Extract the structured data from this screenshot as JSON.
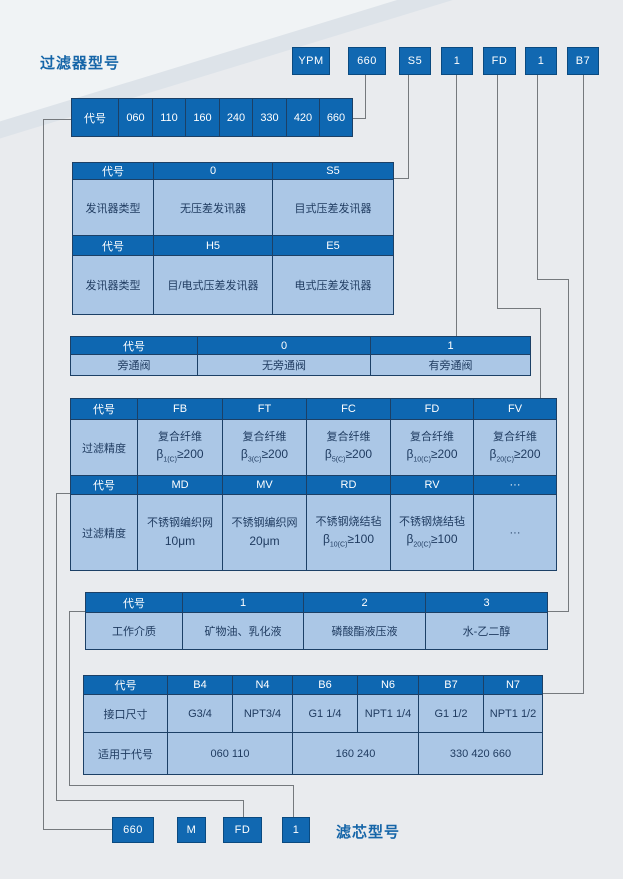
{
  "titles": {
    "filter_model": "过滤器型号",
    "element_model": "滤芯型号"
  },
  "filter_code": [
    "YPM",
    "660",
    "S5",
    "1",
    "FD",
    "1",
    "B7"
  ],
  "element_code": [
    "660",
    "M",
    "FD",
    "1"
  ],
  "size_table": {
    "cells": [
      "代号",
      "060",
      "110",
      "160",
      "240",
      "330",
      "420",
      "660"
    ]
  },
  "transmitter_table": {
    "header1": [
      "代号",
      "0",
      "S5"
    ],
    "row1": [
      "发讯器类型",
      "无压差发讯器",
      "目式压差发讯器"
    ],
    "header2": [
      "代号",
      "H5",
      "E5"
    ],
    "row2": [
      "发讯器类型",
      "目/电式压差发讯器",
      "电式压差发讯器"
    ]
  },
  "bypass_table": {
    "header": [
      "代号",
      "0",
      "1"
    ],
    "row": [
      "旁通阀",
      "无旁通阀",
      "有旁通阀"
    ]
  },
  "precision_table": {
    "header1": [
      "代号",
      "FB",
      "FT",
      "FC",
      "FD",
      "FV"
    ],
    "row1_label": "过滤精度",
    "row1_cells": [
      {
        "m": "复合纤维",
        "pre": "β",
        "sub": "1(C)",
        "post": "≥200"
      },
      {
        "m": "复合纤维",
        "pre": "β",
        "sub": "3(C)",
        "post": "≥200"
      },
      {
        "m": "复合纤维",
        "pre": "β",
        "sub": "5(C)",
        "post": "≥200"
      },
      {
        "m": "复合纤维",
        "pre": "β",
        "sub": "10(C)",
        "post": "≥200"
      },
      {
        "m": "复合纤维",
        "pre": "β",
        "sub": "20(C)",
        "post": "≥200"
      }
    ],
    "header2": [
      "代号",
      "MD",
      "MV",
      "RD",
      "RV",
      "···"
    ],
    "row2_label": "过滤精度",
    "row2_cells": [
      {
        "m": "不锈钢编织网",
        "v": "10μm"
      },
      {
        "m": "不锈钢编织网",
        "v": "20μm"
      },
      {
        "m": "不锈钢烧结毡",
        "pre": "β",
        "sub": "10(C)",
        "post": "≥100"
      },
      {
        "m": "不锈钢烧结毡",
        "pre": "β",
        "sub": "20(C)",
        "post": "≥100"
      },
      {
        "m": "···"
      }
    ]
  },
  "medium_table": {
    "header": [
      "代号",
      "1",
      "2",
      "3"
    ],
    "row": [
      "工作介质",
      "矿物油、乳化液",
      "磷酸酯液压液",
      "水-乙二醇"
    ]
  },
  "interface_table": {
    "header": [
      "代号",
      "B4",
      "N4",
      "B6",
      "N6",
      "B7",
      "N7"
    ],
    "row1": [
      "接口尺寸",
      "G3/4",
      "NPT3/4",
      "G1 1/4",
      "NPT1 1/4",
      "G1 1/2",
      "NPT1 1/2"
    ],
    "row2_label": "适用于代号",
    "row2": [
      "060 110",
      "160 240",
      "330 420 660"
    ]
  },
  "colors": {
    "background": "#e9ebee",
    "header_blue": "#0e67b1",
    "cell_blue": "#abc7e6",
    "box_blue": "#1168b1",
    "box_border": "#0a4a80",
    "table_border": "#1c4066",
    "title_blue": "#1565a8",
    "connector_gray": "#75797d",
    "cell_text": "#1e3a5f"
  }
}
